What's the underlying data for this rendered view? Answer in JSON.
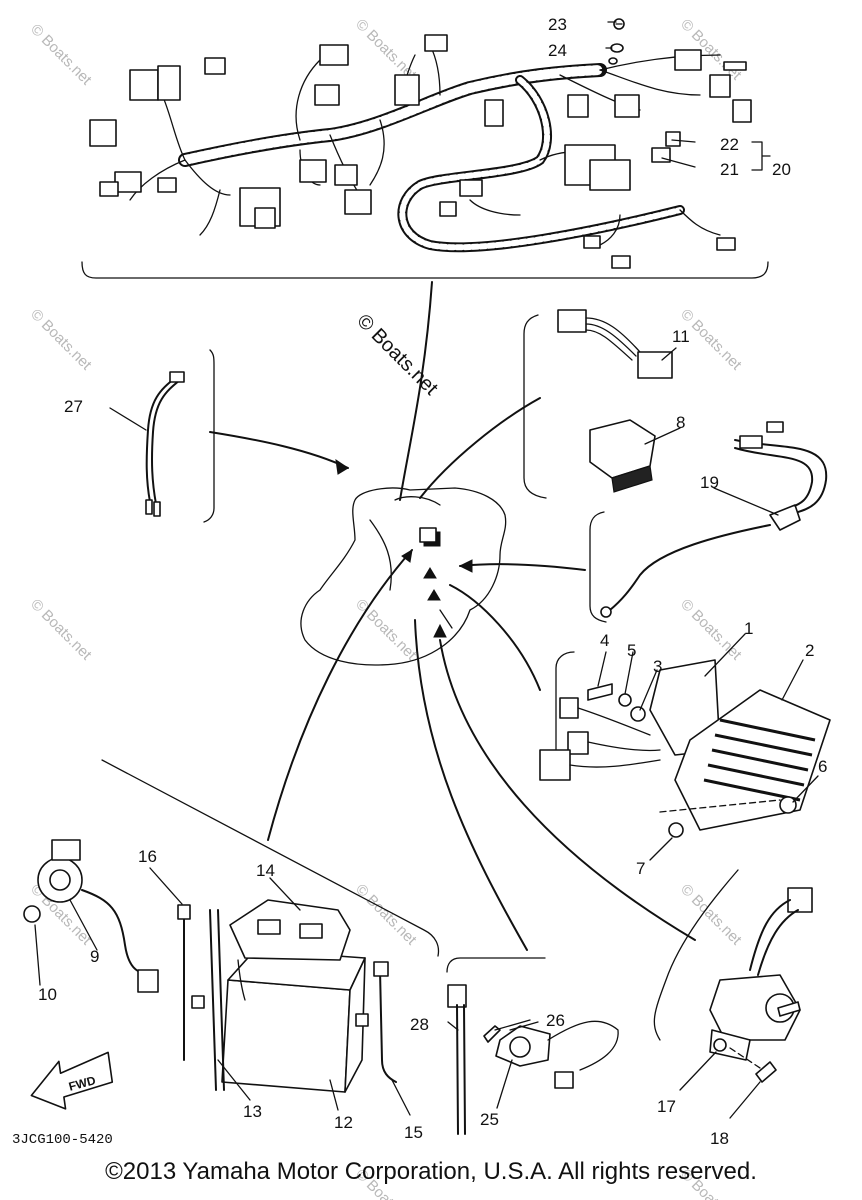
{
  "diagram": {
    "parts": [
      {
        "key": "p1",
        "label": "1"
      },
      {
        "key": "p2",
        "label": "2"
      },
      {
        "key": "p3",
        "label": "3"
      },
      {
        "key": "p4",
        "label": "4"
      },
      {
        "key": "p5",
        "label": "5"
      },
      {
        "key": "p6",
        "label": "6"
      },
      {
        "key": "p7",
        "label": "7"
      },
      {
        "key": "p8",
        "label": "8"
      },
      {
        "key": "p9",
        "label": "9"
      },
      {
        "key": "p10",
        "label": "10"
      },
      {
        "key": "p11",
        "label": "11"
      },
      {
        "key": "p12",
        "label": "12"
      },
      {
        "key": "p13",
        "label": "13"
      },
      {
        "key": "p14",
        "label": "14"
      },
      {
        "key": "p15",
        "label": "15"
      },
      {
        "key": "p16",
        "label": "16"
      },
      {
        "key": "p17",
        "label": "17"
      },
      {
        "key": "p18",
        "label": "18"
      },
      {
        "key": "p19",
        "label": "19"
      },
      {
        "key": "p20",
        "label": "20"
      },
      {
        "key": "p21",
        "label": "21"
      },
      {
        "key": "p22",
        "label": "22"
      },
      {
        "key": "p23",
        "label": "23"
      },
      {
        "key": "p24",
        "label": "24"
      },
      {
        "key": "p25",
        "label": "25"
      },
      {
        "key": "p26",
        "label": "26"
      },
      {
        "key": "p27",
        "label": "27"
      },
      {
        "key": "p28",
        "label": "28"
      }
    ],
    "part_code": "3JCG100-5420",
    "fwd_label": "FWD",
    "watermark": "© Boats.net",
    "center_watermark": "© Boats.net"
  },
  "footer": {
    "copyright": "©2013 Yamaha Motor Corporation, U.S.A. All rights reserved."
  }
}
